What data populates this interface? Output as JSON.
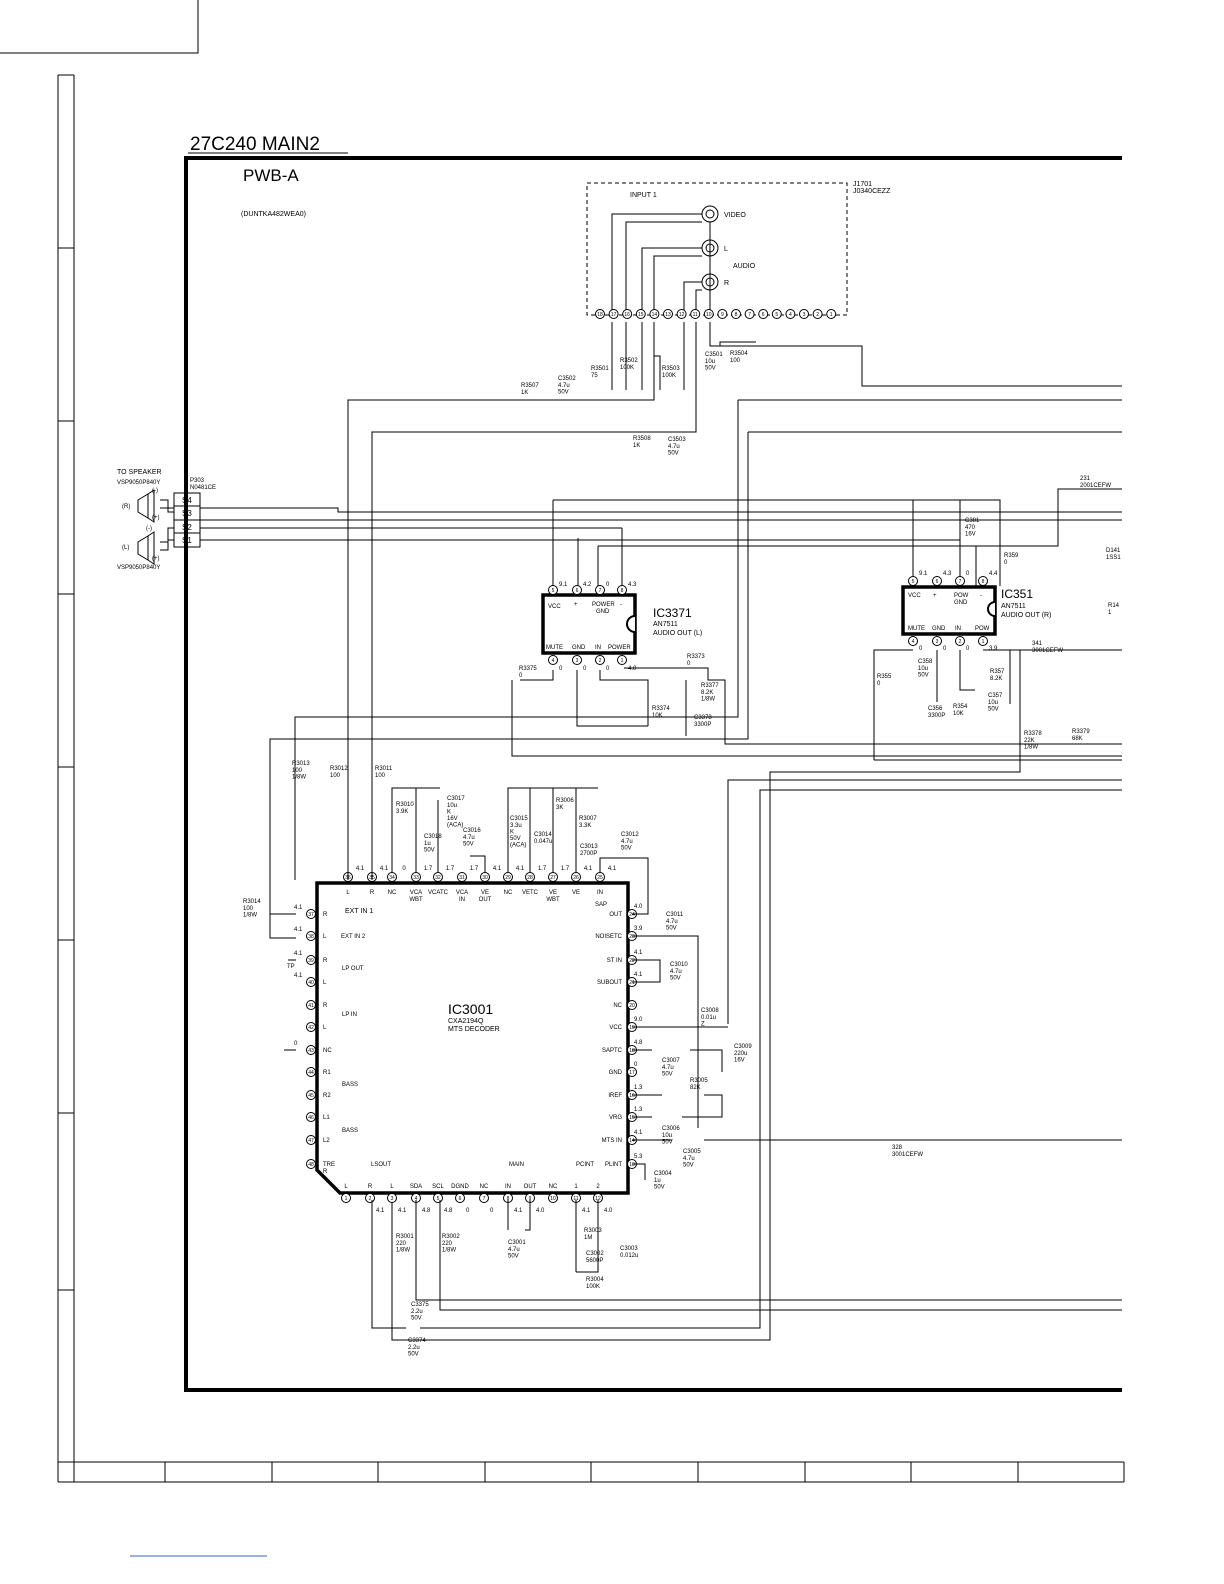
{
  "sheet": {
    "model_title": "27C240 MAIN2",
    "board_title": "PWB-A",
    "board_part": "(DUNTKA482WEA0)"
  },
  "input_block": {
    "id": "J1701",
    "part": "J0340CEZZ",
    "label": "INPUT 1",
    "jacks": [
      "VIDEO",
      "L",
      "R"
    ],
    "audio_label": "AUDIO",
    "pins": [
      "18",
      "17",
      "16",
      "15",
      "14",
      "13",
      "12",
      "11",
      "10",
      "9",
      "8",
      "7",
      "6",
      "5",
      "4",
      "3",
      "2",
      "1"
    ]
  },
  "speaker": {
    "label": "TO SPEAKER",
    "top_part": "VSP9050P840Y",
    "bottom_part": "VSP9050P840Y",
    "right_label": "(R)",
    "left_label": "(L)",
    "polarity": [
      "(-)",
      "(+)",
      "(-)",
      "(+)"
    ],
    "connector_id": "P303",
    "connector_part": "N0481CE",
    "pins": [
      "S4",
      "S3",
      "S2",
      "S1"
    ]
  },
  "ic3371": {
    "name": "IC3371",
    "part": "AN7511",
    "desc": "AUDIO OUT (L)",
    "top_pins": [
      "5",
      "6",
      "7",
      "8"
    ],
    "top_volts": [
      "9.1",
      "4.2",
      "0",
      "4.3"
    ],
    "top_labels": [
      "VCC",
      "+",
      "POWER",
      "GND",
      "-"
    ],
    "bottom_pins": [
      "4",
      "3",
      "2",
      "1"
    ],
    "bottom_volts": [
      "0",
      "0",
      "0",
      "4.0"
    ],
    "bottom_labels": [
      "MUTE",
      "GND",
      "IN",
      "POWER"
    ]
  },
  "ic351": {
    "name": "IC351",
    "part": "AN7511",
    "desc": "AUDIO OUT (R)",
    "top_pins": [
      "5",
      "6",
      "7",
      "8"
    ],
    "top_volts": [
      "9.1",
      "4.3",
      "0",
      "4.4"
    ],
    "top_labels": [
      "VCC",
      "+",
      "POW",
      "GND",
      "-"
    ],
    "bottom_pins": [
      "4",
      "3",
      "2",
      "1"
    ],
    "bottom_volts": [
      "0",
      "0",
      "0",
      "3.9"
    ],
    "bottom_labels": [
      "MUTE",
      "GND",
      "IN",
      "POW"
    ]
  },
  "ic3001": {
    "name": "IC3001",
    "part": "CXA2194Q",
    "desc": "MTS DECODER",
    "top_pins": [
      "36",
      "35",
      "34",
      "33",
      "32",
      "31",
      "30",
      "29",
      "28",
      "27",
      "26",
      "25"
    ],
    "top_volts": [
      "4.1",
      "4.1",
      "0",
      "1.7",
      "1.7",
      "1.7",
      "4.1",
      "4.1",
      "1.7",
      "1.7",
      "4.1",
      "4.1"
    ],
    "top_labels": [
      "L",
      "R",
      "NC",
      "VCA WBT",
      "VCATC",
      "VCA IN",
      "VE OUT",
      "NC",
      "VETC",
      "VE WBT",
      "VE",
      "IN"
    ],
    "ext_in_1": "EXT IN 1",
    "left_pins": [
      "37",
      "38",
      "39",
      "40",
      "41",
      "42",
      "43",
      "44",
      "45",
      "46",
      "47",
      "48"
    ],
    "left_labels": [
      "R",
      "L",
      "R",
      "L",
      "R",
      "L",
      "NC",
      "R1",
      "R2",
      "L1",
      "L2",
      "TRE R"
    ],
    "left_volts": [
      "4.1",
      "4.1",
      "4.1",
      "4.1",
      "",
      "",
      "0",
      "",
      "",
      "",
      "",
      ""
    ],
    "left_groups": [
      "EXT IN 2",
      "LP OUT",
      "LP IN",
      "BASS",
      "BASS"
    ],
    "right_pins": [
      "24",
      "23",
      "22",
      "21",
      "20",
      "19",
      "18",
      "17",
      "16",
      "15",
      "14",
      "13"
    ],
    "right_labels": [
      "OUT",
      "NOISETC",
      "ST IN",
      "SUBOUT",
      "NC",
      "VCC",
      "SAPTC",
      "GND",
      "IREF",
      "VRG",
      "MTS IN",
      "PLINT"
    ],
    "right_volts": [
      "4.0",
      "3.9",
      "4.1",
      "4.1",
      "",
      "9.0",
      "4.8",
      "0",
      "1.3",
      "1.3",
      "4.1",
      "5.3"
    ],
    "sap_label": "SAP",
    "bottom_pins": [
      "1",
      "2",
      "3",
      "4",
      "5",
      "6",
      "7",
      "8",
      "9",
      "10",
      "11",
      "12"
    ],
    "bottom_labels": [
      "L",
      "R",
      "L",
      "SDA",
      "SCL",
      "DGND",
      "NC",
      "IN",
      "OUT",
      "NC",
      "1",
      "2"
    ],
    "bottom_volts": [
      "",
      "4.1",
      "4.1",
      "4.8",
      "4.8",
      "0",
      "0",
      "4.1",
      "4.0",
      "",
      "4.1",
      "4.0"
    ],
    "bottom_groups": [
      "LSOUT",
      "MAIN",
      "PCINT"
    ],
    "tp_label": "TP"
  },
  "components": [
    {
      "ref": "R3501",
      "val": "75"
    },
    {
      "ref": "R3502",
      "val": "100K"
    },
    {
      "ref": "R3503",
      "val": "100K"
    },
    {
      "ref": "C3501",
      "val": "10u 50V"
    },
    {
      "ref": "R3504",
      "val": "100"
    },
    {
      "ref": "C3502",
      "val": "4.7u 50V"
    },
    {
      "ref": "R3507",
      "val": "1K"
    },
    {
      "ref": "R3508",
      "val": "1K"
    },
    {
      "ref": "C3503",
      "val": "4.7u 50V"
    },
    {
      "ref": "C381",
      "val": "470 16V"
    },
    {
      "ref": "R359",
      "val": "0"
    },
    {
      "ref": "R3375",
      "val": "0"
    },
    {
      "ref": "R3373",
      "val": "0"
    },
    {
      "ref": "R3377",
      "val": "8.2K 1/8W"
    },
    {
      "ref": "R3374",
      "val": "10K"
    },
    {
      "ref": "C3378",
      "val": "3300P"
    },
    {
      "ref": "R355",
      "val": "0"
    },
    {
      "ref": "C358",
      "val": "10u 50V"
    },
    {
      "ref": "R357",
      "val": "8.2K"
    },
    {
      "ref": "C357",
      "val": "10u 50V"
    },
    {
      "ref": "C356",
      "val": "3300P"
    },
    {
      "ref": "R354",
      "val": "10K"
    },
    {
      "ref": "R3378",
      "val": "22K 1/8W"
    },
    {
      "ref": "R3379",
      "val": "68K"
    },
    {
      "ref": "R3013",
      "val": "100 1/8W"
    },
    {
      "ref": "R3012",
      "val": "100"
    },
    {
      "ref": "R3011",
      "val": "100"
    },
    {
      "ref": "R3014",
      "val": "100 1/8W"
    },
    {
      "ref": "R3010",
      "val": "3.9K"
    },
    {
      "ref": "C3017",
      "val": "10u K 16V (ACA)"
    },
    {
      "ref": "C3018",
      "val": "1u 50V"
    },
    {
      "ref": "C3016",
      "val": "4.7u 50V"
    },
    {
      "ref": "C3015",
      "val": "3.3u K 50V (ACA)"
    },
    {
      "ref": "R3006",
      "val": "3K"
    },
    {
      "ref": "C3014",
      "val": "0.047u"
    },
    {
      "ref": "R3007",
      "val": "3.3K"
    },
    {
      "ref": "C3013",
      "val": "2700P"
    },
    {
      "ref": "C3012",
      "val": "4.7u 50V"
    },
    {
      "ref": "C3011",
      "val": "4.7u 50V"
    },
    {
      "ref": "C3010",
      "val": "4.7u 50V"
    },
    {
      "ref": "C3008",
      "val": "0.01u Z"
    },
    {
      "ref": "C3009",
      "val": "220u 16V"
    },
    {
      "ref": "C3007",
      "val": "4.7u 50V"
    },
    {
      "ref": "R3005",
      "val": "82K"
    },
    {
      "ref": "C3006",
      "val": "10u 50V"
    },
    {
      "ref": "C3005",
      "val": "4.7u 50V"
    },
    {
      "ref": "C3004",
      "val": "1u 50V"
    },
    {
      "ref": "R3001",
      "val": "220 1/8W"
    },
    {
      "ref": "R3002",
      "val": "220 1/8W"
    },
    {
      "ref": "C3001",
      "val": "4.7u 50V"
    },
    {
      "ref": "R3003",
      "val": "1M"
    },
    {
      "ref": "C3002",
      "val": "5600P"
    },
    {
      "ref": "C3003",
      "val": "0.012u"
    },
    {
      "ref": "R3004",
      "val": "100K"
    },
    {
      "ref": "C3375",
      "val": "2.2u 50V"
    },
    {
      "ref": "C3374",
      "val": "2.2u 50V"
    }
  ],
  "off_page": [
    {
      "ref": "231",
      "val": "2001CEFW"
    },
    {
      "ref": "341",
      "val": "3001CEFW"
    },
    {
      "ref": "328",
      "val": "3001CEFW"
    },
    {
      "ref": "D141",
      "val": "1SS1"
    },
    {
      "ref": "R14",
      "val": "1"
    }
  ]
}
